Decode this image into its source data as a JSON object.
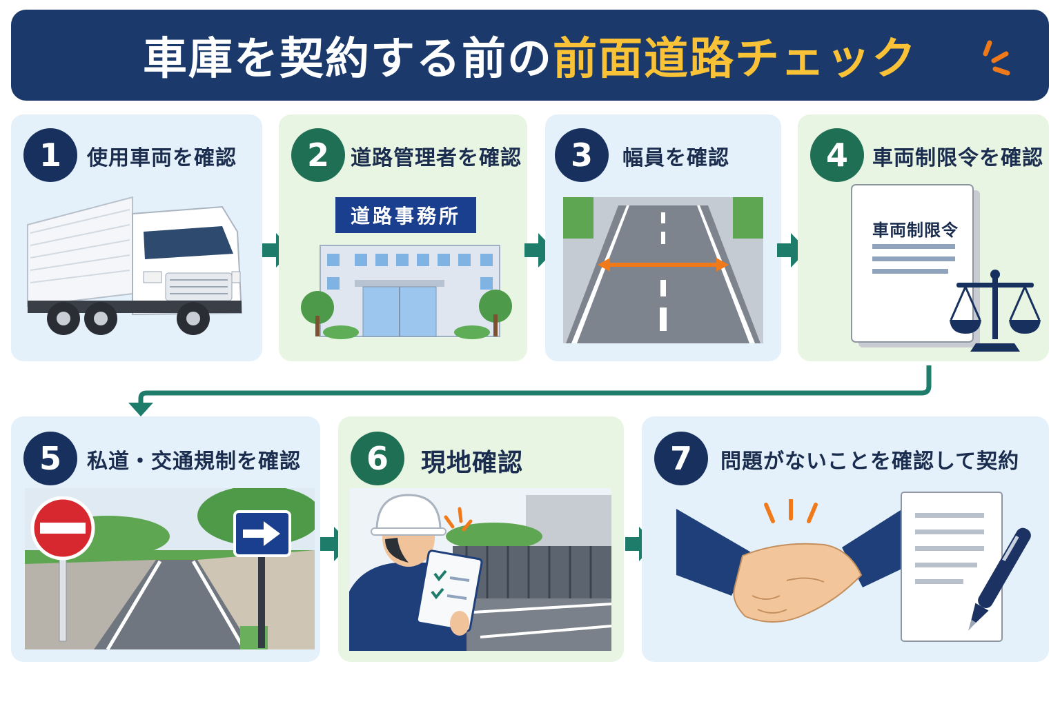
{
  "title": {
    "main": "車庫を契約する前の",
    "highlight": "前面道路チェック"
  },
  "steps": [
    {
      "number": "1",
      "label": "使用車両を確認"
    },
    {
      "number": "2",
      "label": "道路管理者を確認",
      "sign": "道路事務所"
    },
    {
      "number": "3",
      "label": "幅員を確認"
    },
    {
      "number": "4",
      "label": "車両制限令を確認",
      "document_title": "車両制限令"
    },
    {
      "number": "5",
      "label": "私道・交通規制を確認"
    },
    {
      "number": "6",
      "label": "現地確認"
    },
    {
      "number": "7",
      "label": "問題がないことを確認して契約"
    }
  ],
  "colors": {
    "navy": "#1b3a6b",
    "highlight_yellow": "#f9c237",
    "accent_orange": "#f07a1a",
    "arrow_teal": "#1e7c6a",
    "card_blue": "#e4f1fa",
    "card_green": "#e8f5e2"
  },
  "icons": [
    "truck-icon",
    "office-building-icon",
    "road-width-icon",
    "scales-icon",
    "no-entry-sign-icon",
    "one-way-sign-icon",
    "inspector-icon",
    "handshake-icon",
    "pen-icon"
  ]
}
